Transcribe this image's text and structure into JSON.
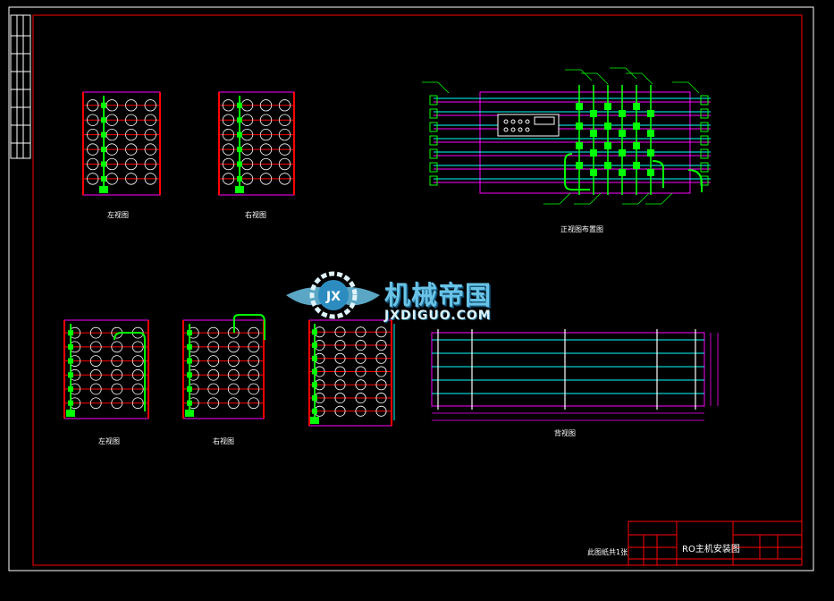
{
  "views": {
    "left_top": "左视图",
    "right_top": "右视图",
    "front": "正视图布置图",
    "left_bottom": "左视图",
    "right_bottom": "右视图",
    "back": "背视图"
  },
  "watermark": {
    "cn": "机械帝国",
    "en": "JXDIGUO.COM"
  },
  "title_block": {
    "drawing_title": "RO主机安装图",
    "note": "此图纸共1张"
  },
  "colors": {
    "frame": "#ff0000",
    "pipe_rows": "#ff00ff",
    "pipe_lines": "#00ffff",
    "valves": "#00ff00",
    "text": "#ffffff",
    "watermark": "#6ac3e6"
  }
}
